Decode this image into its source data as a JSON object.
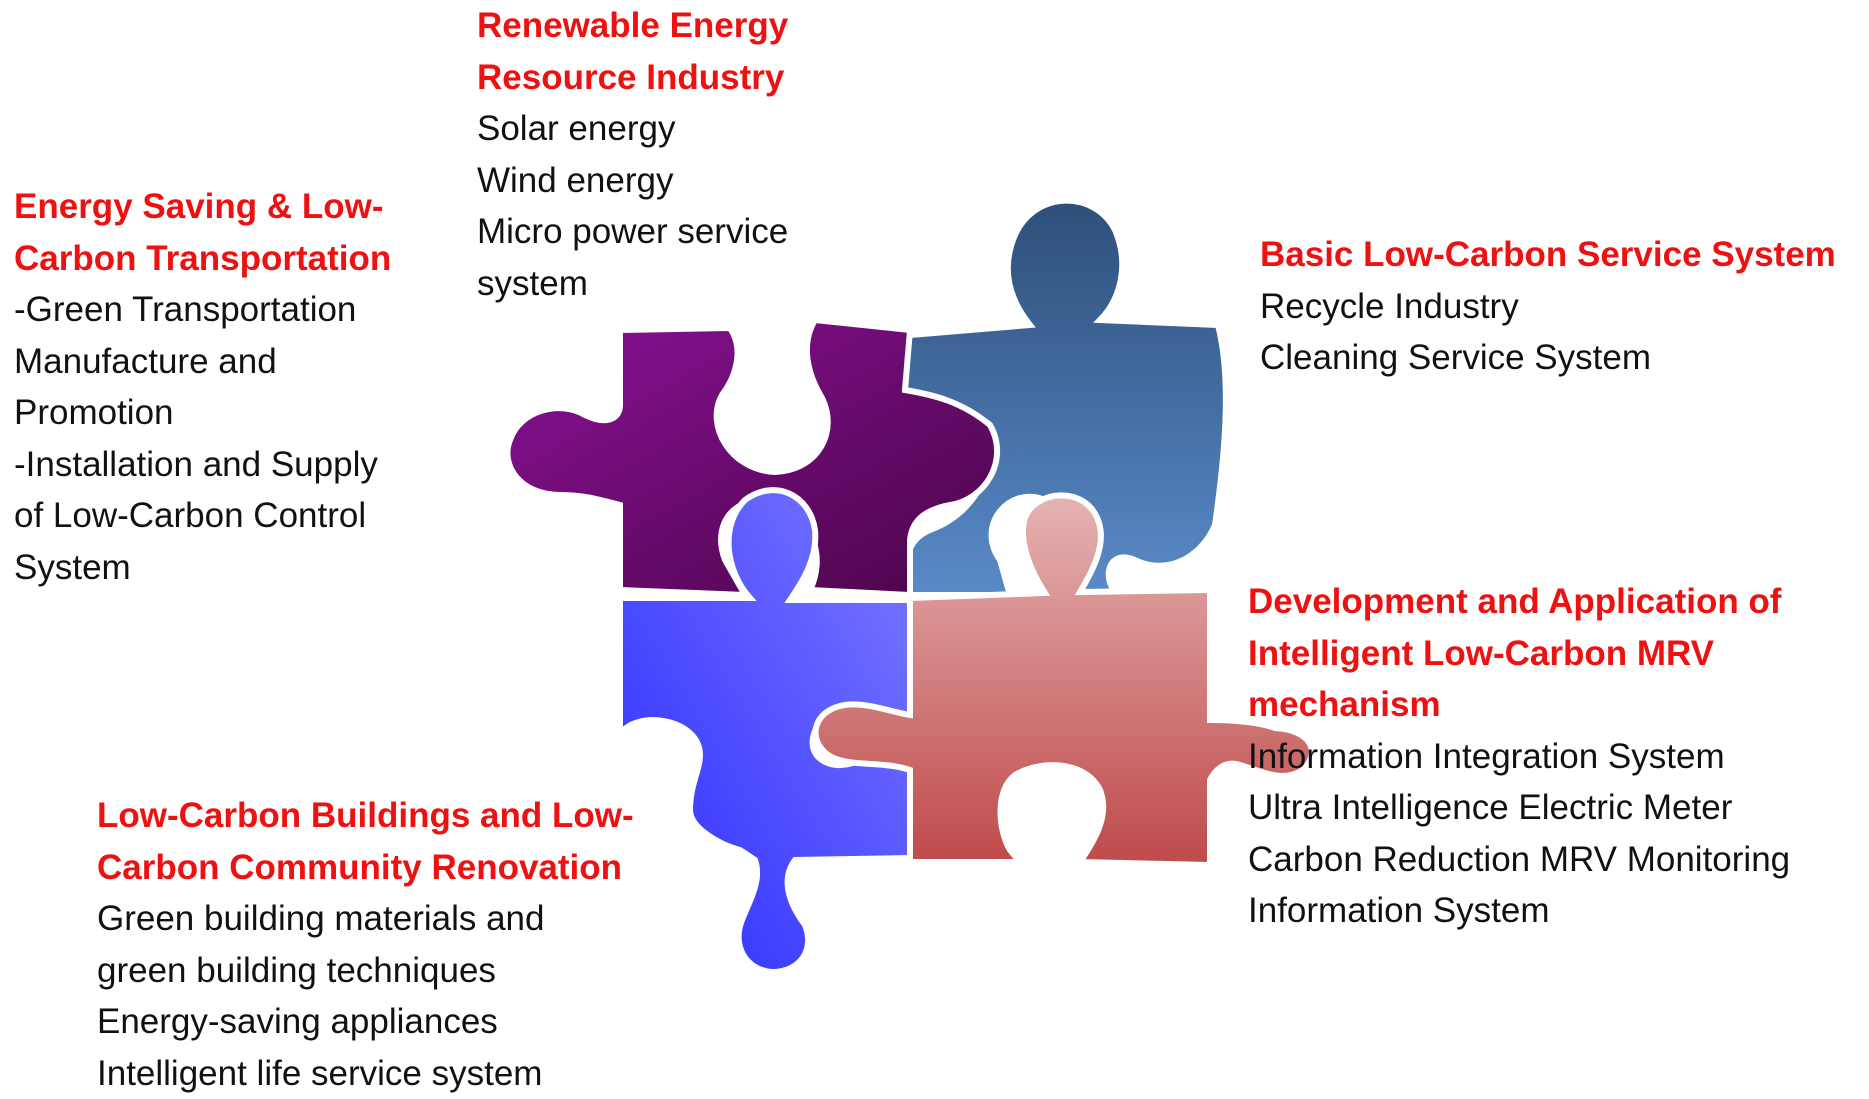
{
  "blocks": {
    "renewable": {
      "title_lines": [
        "Renewable Energy",
        "Resource Industry"
      ],
      "items": [
        "Solar energy",
        "Wind energy",
        "Micro power service",
        "system"
      ]
    },
    "transport": {
      "title_lines": [
        "Energy Saving & Low-",
        "Carbon Transportation"
      ],
      "items": [
        "-Green Transportation",
        "Manufacture and",
        "Promotion",
        "-Installation and Supply",
        "of Low-Carbon Control",
        "System"
      ]
    },
    "service": {
      "title_lines": [
        "Basic Low-Carbon Service System"
      ],
      "items": [
        "Recycle Industry",
        "Cleaning Service System"
      ]
    },
    "mrv": {
      "title_lines": [
        "Development and Application of",
        "Intelligent Low-Carbon MRV",
        "mechanism"
      ],
      "items": [
        "Information Integration System",
        "Ultra Intelligence Electric Meter",
        "Carbon Reduction MRV Monitoring",
        "Information System"
      ]
    },
    "buildings": {
      "title_lines": [
        "Low-Carbon Buildings and Low-",
        "Carbon Community Renovation"
      ],
      "items": [
        "Green building materials and",
        "green building techniques",
        "Energy-saving appliances",
        "Intelligent life service system"
      ]
    }
  },
  "colors": {
    "title": "#ee1111",
    "text": "#111111",
    "piece_purple": "#6d0a70",
    "piece_steel_blue": "#3f6a9c",
    "piece_bright_blue": "#4d4dff",
    "piece_rose": "#cf7c7c"
  }
}
